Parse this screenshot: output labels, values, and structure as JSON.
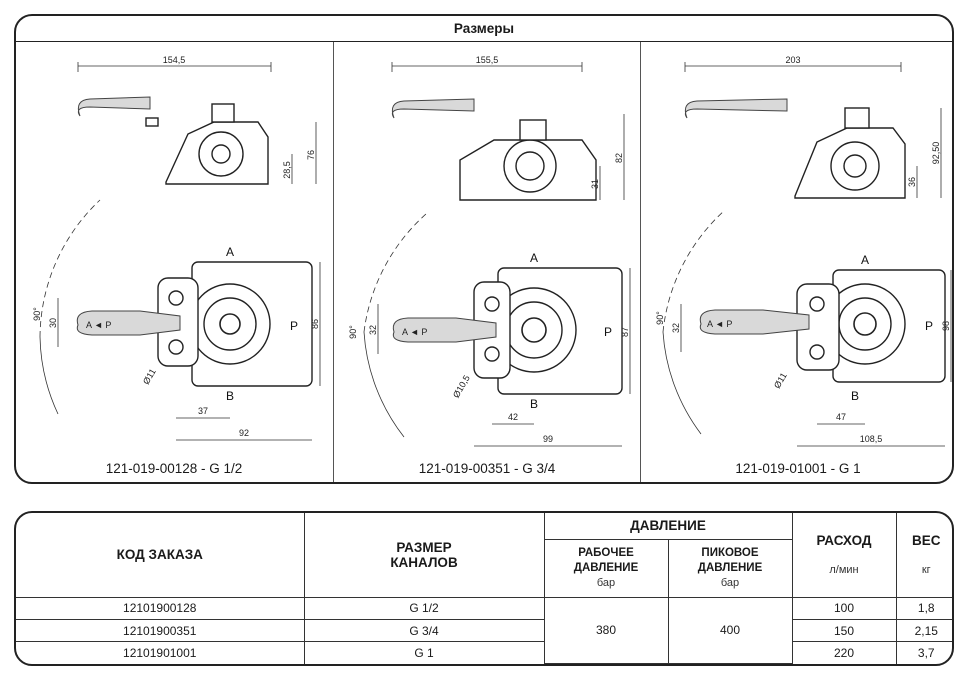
{
  "panel": {
    "title": "Размеры",
    "drawings": [
      {
        "caption": "121-019-00128 - G 1/2",
        "dims": {
          "handle_len": "154,5",
          "height": "76",
          "axis_h": "28,5",
          "width": "92",
          "half_w": "37",
          "body_h": "86",
          "spacing": "30",
          "bore": "Ø11",
          "angle": "90°"
        }
      },
      {
        "caption": "121-019-00351 - G 3/4",
        "dims": {
          "handle_len": "155,5",
          "height": "82",
          "axis_h": "31",
          "width": "99",
          "half_w": "42",
          "body_h": "87",
          "spacing": "32",
          "bore": "Ø10,5",
          "angle": "90°"
        }
      },
      {
        "caption": "121-019-01001 - G 1",
        "dims": {
          "handle_len": "203",
          "height": "92,50",
          "axis_h": "36",
          "width": "108,5",
          "half_w": "47",
          "body_h": "98",
          "spacing": "32",
          "bore": "Ø11",
          "angle": "90°"
        }
      }
    ],
    "ports": {
      "a": "A",
      "b": "B",
      "p": "P",
      "arrow_label": "A ◄ P"
    }
  },
  "table": {
    "headers": {
      "code": "КОД ЗАКАЗА",
      "size_line1": "РАЗМЕР",
      "size_line2": "КАНАЛОВ",
      "pressure": "ДАВЛЕНИЕ",
      "working_line1": "РАБОЧЕЕ",
      "working_line2": "ДАВЛЕНИЕ",
      "working_unit": "бар",
      "peak_line1": "ПИКОВОЕ",
      "peak_line2": "ДАВЛЕНИЕ",
      "peak_unit": "бар",
      "flow": "РАСХОД",
      "flow_unit": "л/мин",
      "weight": "ВЕС",
      "weight_unit": "кг"
    },
    "rows": [
      {
        "code": "12101900128",
        "size": "G 1/2",
        "flow": "100",
        "weight": "1,8"
      },
      {
        "code": "12101900351",
        "size": "G 3/4",
        "flow": "150",
        "weight": "2,15"
      },
      {
        "code": "12101901001",
        "size": "G 1",
        "flow": "220",
        "weight": "3,7"
      }
    ],
    "working_pressure": "380",
    "peak_pressure": "400"
  }
}
